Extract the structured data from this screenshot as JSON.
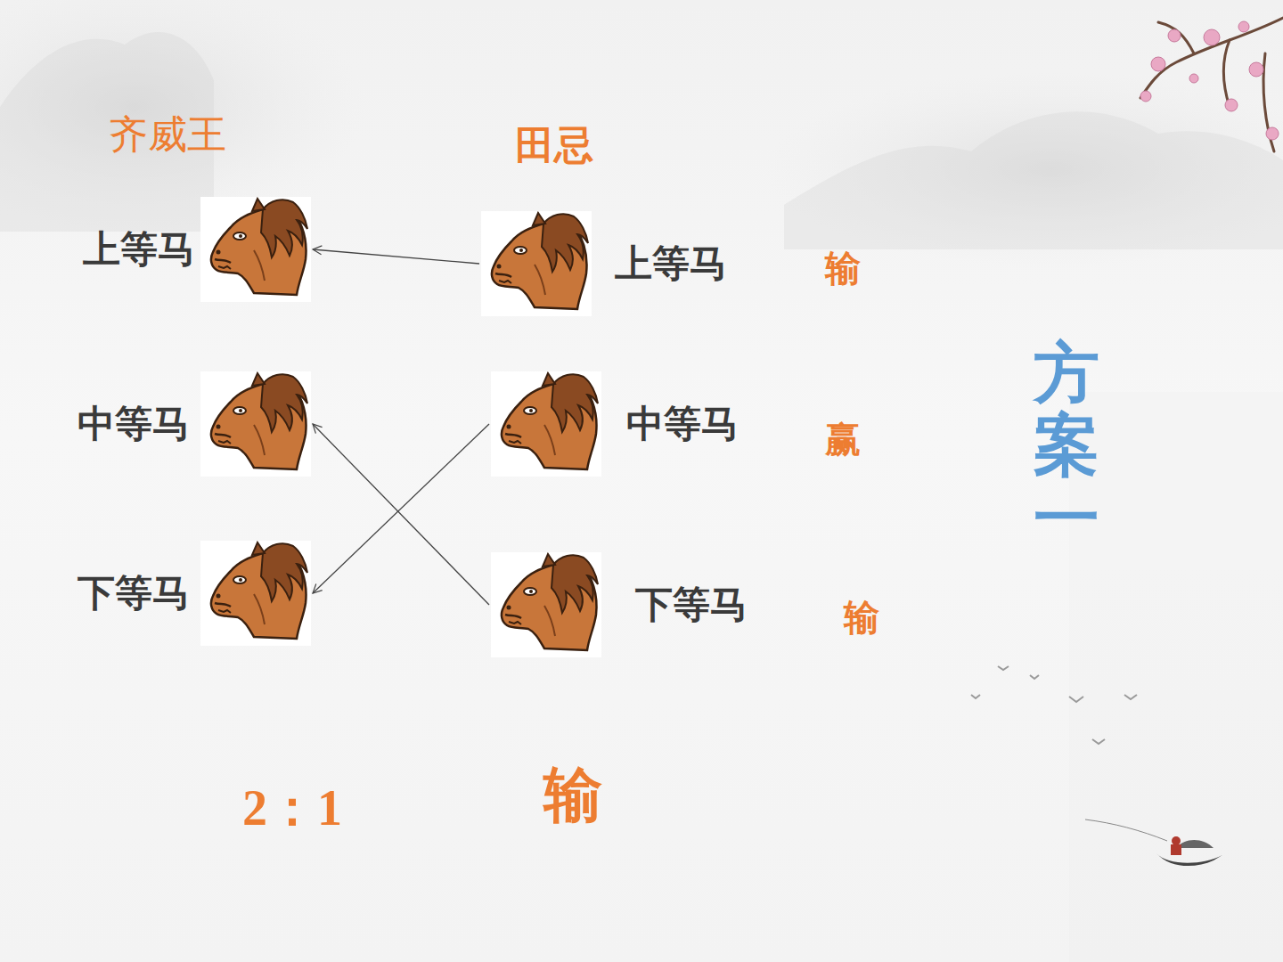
{
  "diagram": {
    "nodes": [
      {
        "text": [
          "上等马"
        ]
      },
      {
        "text": [
          "上等马"
        ]
      },
      {
        "text": [
          "中等马"
        ]
      },
      {
        "text": [
          "中等马"
        ]
      },
      {
        "text": [
          "下等马"
        ]
      },
      {
        "text": [
          "下等马"
        ]
      }
    ],
    "edges": [
      {
        "from": 1,
        "to": 0,
        "arrow": "to"
      },
      {
        "from": 3,
        "to": 4,
        "arrow": "to"
      },
      {
        "from": 5,
        "to": 2,
        "arrow": "to"
      }
    ],
    "labels": [
      "齐威王",
      "田忌",
      "输",
      "赢",
      "输",
      "2：1",
      "输",
      "方案一"
    ]
  }
}
